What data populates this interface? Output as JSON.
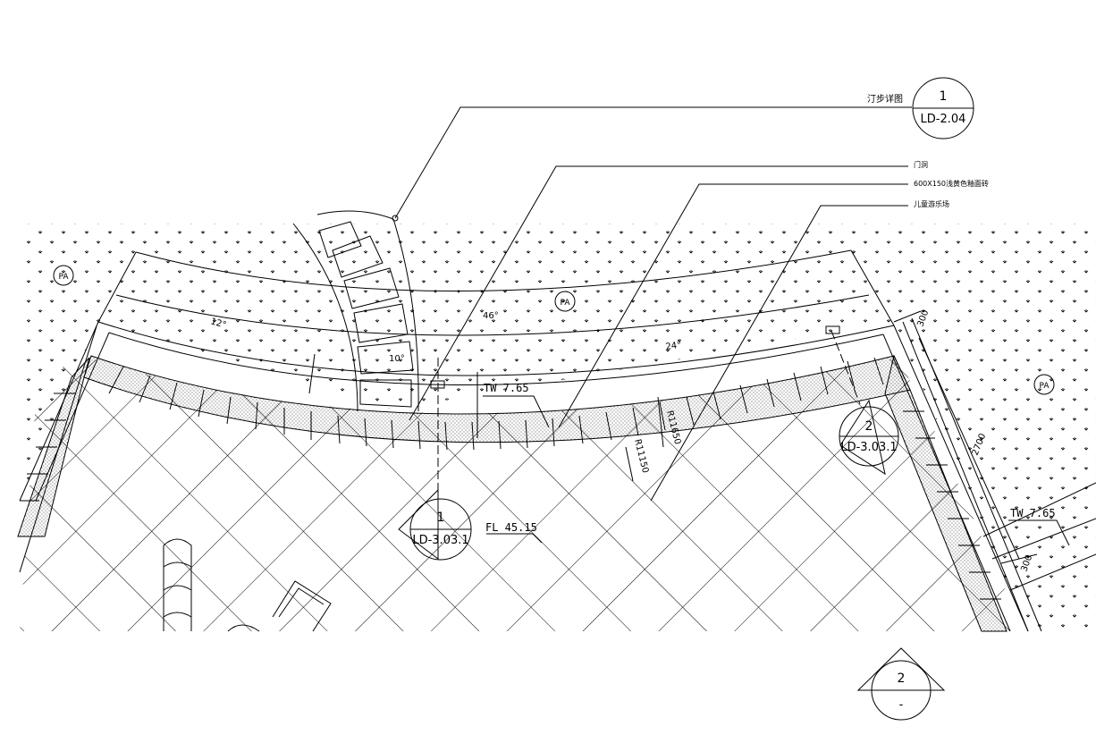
{
  "callouts": {
    "stepping_stone": {
      "label": "汀步详图",
      "num": "1",
      "ref": "LD-2.04"
    },
    "gate": {
      "label": "门洞"
    },
    "paving": {
      "label": "600X150浅黄色釉面砖"
    },
    "play_area": {
      "label": "儿童游乐场"
    }
  },
  "sections": [
    {
      "num": "2",
      "ref": "LD-3.03.1"
    },
    {
      "num": "1",
      "ref": "LD-3.03.1"
    }
  ],
  "title_symbol": {
    "num": "2",
    "ref": "-"
  },
  "angles": {
    "a1": "12°",
    "a2": "46°",
    "a3": "24°",
    "a4": "10°"
  },
  "dims": {
    "d1": "300",
    "d2": "2700",
    "d3": "300",
    "r1": "R11650",
    "r2": "R11150"
  },
  "levels": {
    "tw1": "TW 7.65",
    "tw2": "TW 7.65",
    "fl": "FL 45.15"
  },
  "zone_tags": {
    "pa1": "PA",
    "pa2": "PA",
    "pa3": "PA"
  },
  "colors": {
    "line": "#000000",
    "background": "#ffffff"
  }
}
